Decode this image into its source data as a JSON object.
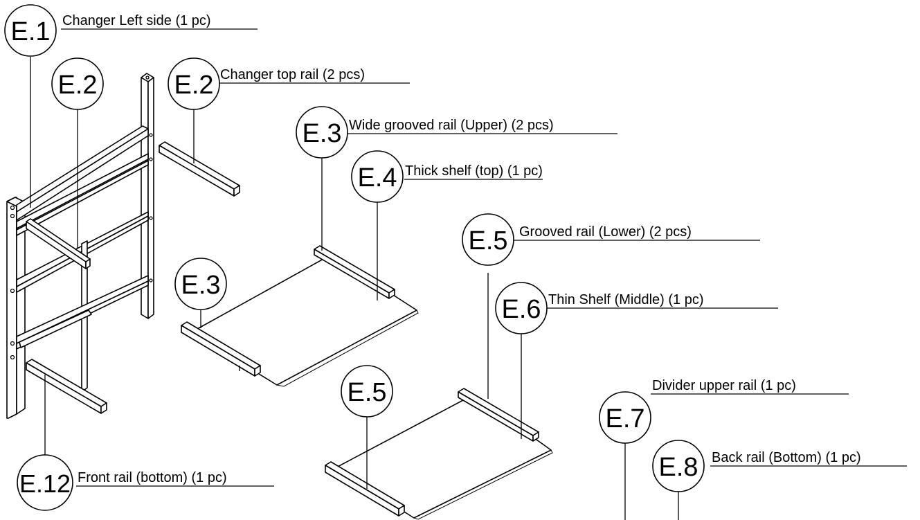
{
  "callouts": [
    {
      "id": "E.1",
      "label": "Changer Left side (1 pc)"
    },
    {
      "id": "E.2",
      "label": ""
    },
    {
      "id": "E.2",
      "label": "Changer top rail (2 pcs)"
    },
    {
      "id": "E.3",
      "label": "Wide grooved rail (Upper) (2 pcs)"
    },
    {
      "id": "E.4",
      "label": "Thick shelf (top) (1 pc)"
    },
    {
      "id": "E.5",
      "label": "Grooved rail (Lower) (2 pcs)"
    },
    {
      "id": "E.3",
      "label": ""
    },
    {
      "id": "E.6",
      "label": "Thin Shelf (Middle) (1 pc)"
    },
    {
      "id": "E.5",
      "label": ""
    },
    {
      "id": "E.7",
      "label": "Divider upper rail (1 pc)"
    },
    {
      "id": "E.8",
      "label": "Back rail (Bottom) (1 pc)"
    },
    {
      "id": "E.12",
      "label": "Front rail (bottom) (1 pc)"
    }
  ]
}
